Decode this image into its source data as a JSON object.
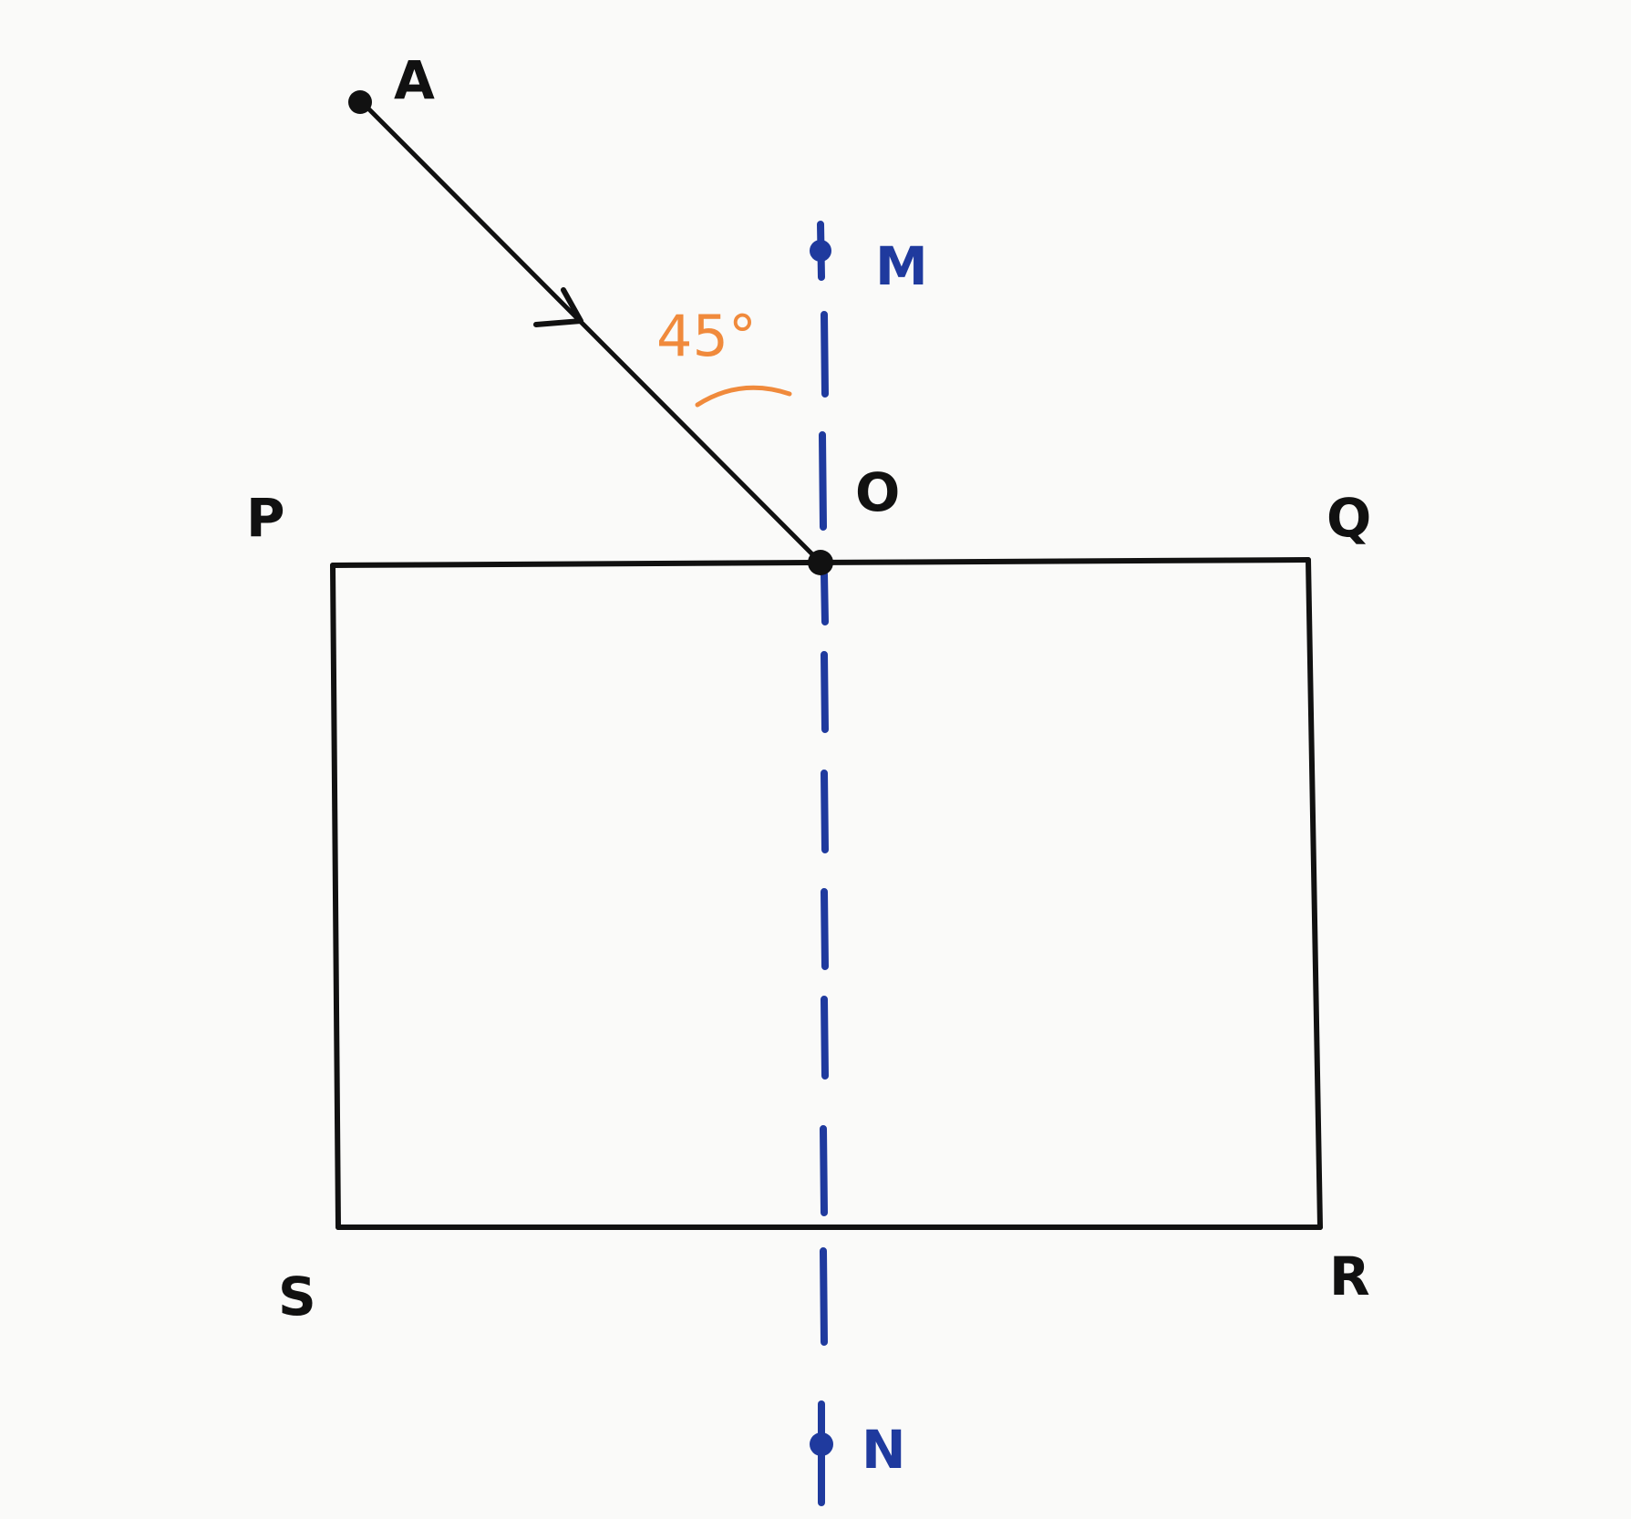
{
  "diagram": {
    "points": {
      "A": "A",
      "M": "M",
      "O": "O",
      "P": "P",
      "Q": "Q",
      "R": "R",
      "S": "S",
      "N": "N"
    },
    "angle": "45°",
    "colors": {
      "ink": "#111111",
      "normal": "#1f3a9e",
      "angle": "#f08a3c",
      "paper": "#fafaf9"
    }
  }
}
